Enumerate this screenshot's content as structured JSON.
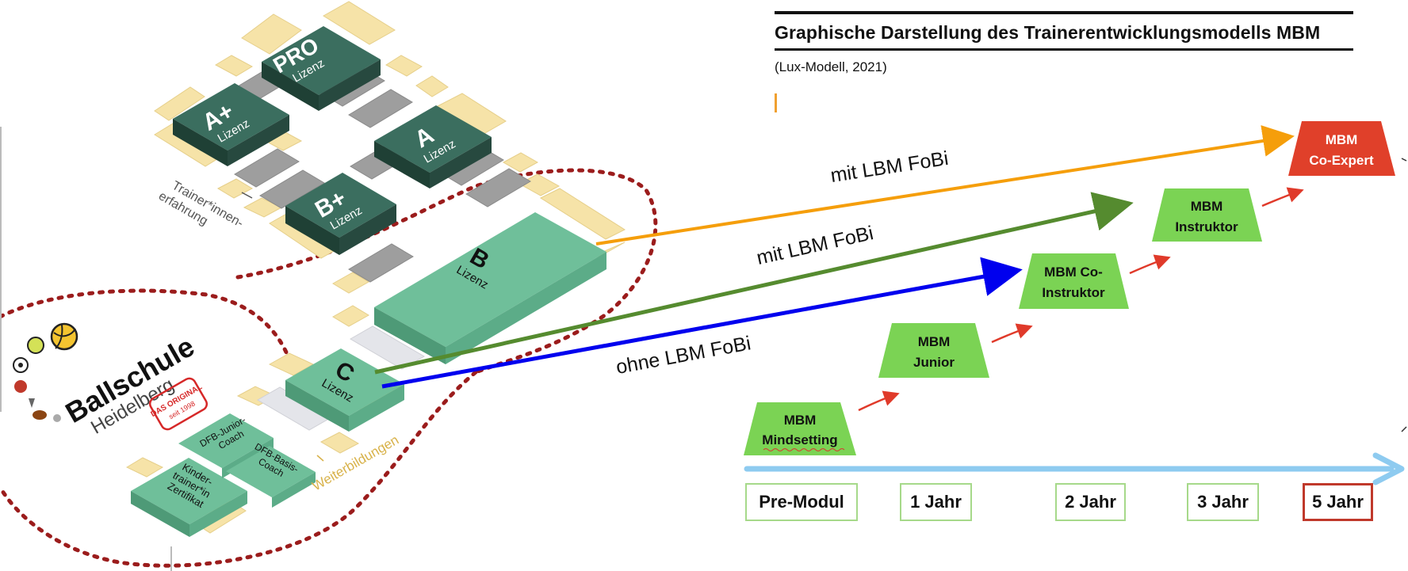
{
  "header": {
    "title": "Graphische Darstellung des Trainerentwicklungsmodells MBM",
    "subtitle": "(Lux-Modell, 2021)"
  },
  "licenses": {
    "pro": "PRO",
    "a_plus": "A+",
    "a": "A",
    "b_plus": "B+",
    "b": "B",
    "c": "C",
    "word": "Lizenz"
  },
  "certificates": {
    "kinder": [
      "Kinder-",
      "trainer*in",
      "Zertifikat"
    ],
    "junior": [
      "DFB-Junior-",
      "Coach"
    ],
    "basis": [
      "DFB-Basis-",
      "Coach"
    ]
  },
  "side_labels": {
    "experience": [
      "Trainer*innen-",
      "erfahrung"
    ],
    "training": "Weiterbildungen"
  },
  "logo": {
    "name": "Ballschule",
    "city": "Heidelberg",
    "stamp": [
      "DAS ORIGINAL",
      "seit 1998"
    ]
  },
  "routes": [
    {
      "label": "mit LBM FoBi",
      "color": "#f59e0b"
    },
    {
      "label": "mit LBM FoBi",
      "color": "#558b2f"
    },
    {
      "label": "ohne LBM FoBi",
      "color": "#0000ee"
    }
  ],
  "levels": [
    {
      "lines": [
        "MBM",
        "Mindsetting"
      ],
      "color": "#7bd354"
    },
    {
      "lines": [
        "MBM",
        "Junior"
      ],
      "color": "#7bd354"
    },
    {
      "lines": [
        "MBM Co-",
        "Instruktor"
      ],
      "color": "#7bd354"
    },
    {
      "lines": [
        "MBM",
        "Instruktor"
      ],
      "color": "#7bd354"
    },
    {
      "lines": [
        "MBM",
        "Co-Expert"
      ],
      "color": "#e0402a"
    }
  ],
  "timeline": [
    "Pre-Modul",
    "1 Jahr",
    "2 Jahr",
    "3 Jahr",
    "5 Jahr"
  ],
  "colors": {
    "dark_block": "#2b5a4c",
    "light_block": "#6fbf9a",
    "gray_block": "#9e9e9e",
    "cream_block": "#f6e3a8",
    "timeline_arrow": "#8ecbf0",
    "dotted_outline": "#9b1c1c"
  }
}
